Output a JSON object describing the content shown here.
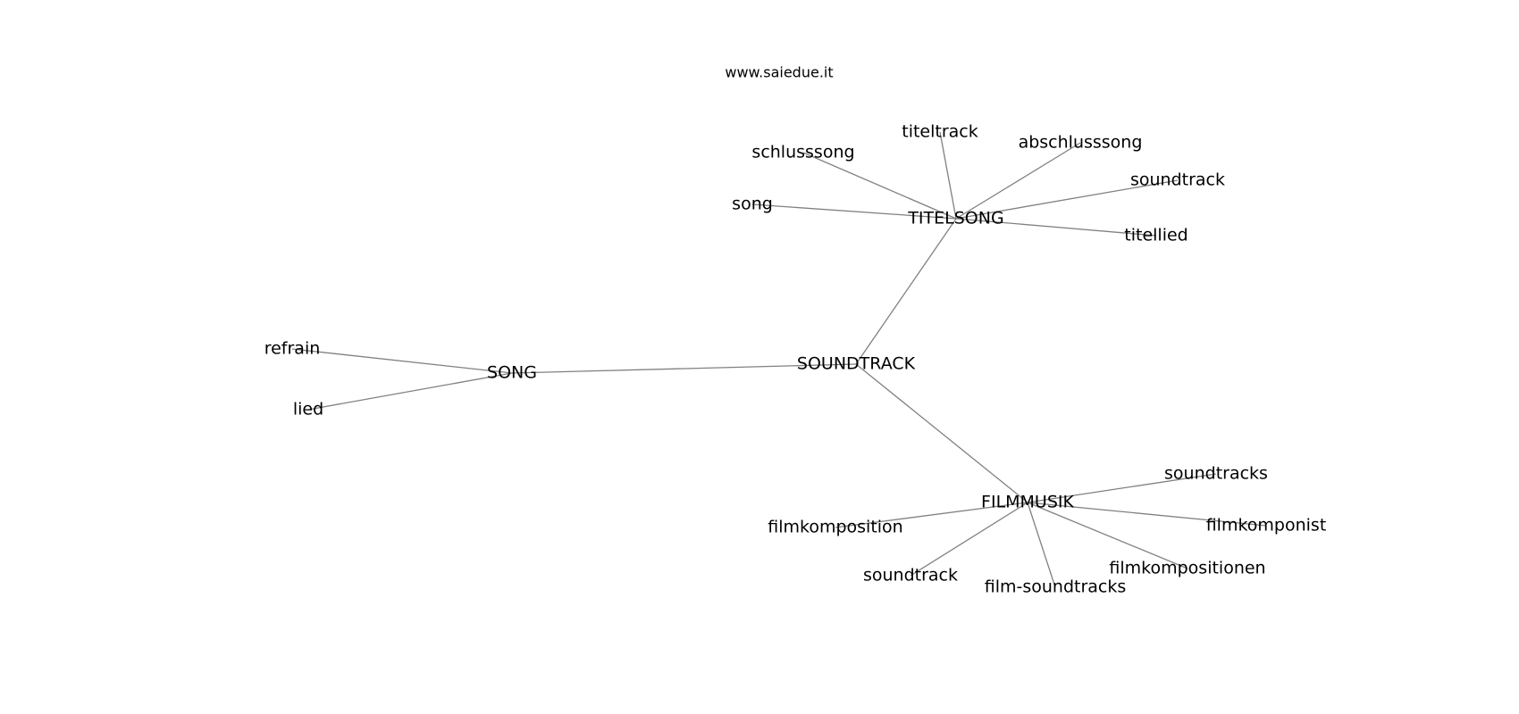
{
  "watermark": "www.saiedue.it",
  "graph": {
    "nodes": [
      {
        "id": "soundtrack_hub",
        "label": "SOUNDTRACK"
      },
      {
        "id": "song_hub",
        "label": "SONG"
      },
      {
        "id": "titelsong_hub",
        "label": "TITELSONG"
      },
      {
        "id": "filmmusik_hub",
        "label": "FILMMUSIK"
      },
      {
        "id": "refrain",
        "label": "refrain"
      },
      {
        "id": "lied",
        "label": "lied"
      },
      {
        "id": "schlusssong",
        "label": "schlusssong"
      },
      {
        "id": "titeltrack",
        "label": "titeltrack"
      },
      {
        "id": "abschlusssong",
        "label": "abschlusssong"
      },
      {
        "id": "soundtrack_t",
        "label": "soundtrack"
      },
      {
        "id": "song",
        "label": "song"
      },
      {
        "id": "titellied",
        "label": "titellied"
      },
      {
        "id": "soundtracks",
        "label": "soundtracks"
      },
      {
        "id": "filmkomposition",
        "label": "filmkomposition"
      },
      {
        "id": "filmkomponist",
        "label": "filmkomponist"
      },
      {
        "id": "filmkompositionen",
        "label": "filmkompositionen"
      },
      {
        "id": "soundtrack_f",
        "label": "soundtrack"
      },
      {
        "id": "film_soundtracks",
        "label": "film-soundtracks"
      }
    ],
    "edges": [
      [
        "soundtrack_hub",
        "song_hub"
      ],
      [
        "soundtrack_hub",
        "titelsong_hub"
      ],
      [
        "soundtrack_hub",
        "filmmusik_hub"
      ],
      [
        "song_hub",
        "refrain"
      ],
      [
        "song_hub",
        "lied"
      ],
      [
        "titelsong_hub",
        "schlusssong"
      ],
      [
        "titelsong_hub",
        "titeltrack"
      ],
      [
        "titelsong_hub",
        "abschlusssong"
      ],
      [
        "titelsong_hub",
        "soundtrack_t"
      ],
      [
        "titelsong_hub",
        "song"
      ],
      [
        "titelsong_hub",
        "titellied"
      ],
      [
        "filmmusik_hub",
        "soundtracks"
      ],
      [
        "filmmusik_hub",
        "filmkomposition"
      ],
      [
        "filmmusik_hub",
        "filmkomponist"
      ],
      [
        "filmmusik_hub",
        "filmkompositionen"
      ],
      [
        "filmmusik_hub",
        "soundtrack_f"
      ],
      [
        "filmmusik_hub",
        "film_soundtracks"
      ]
    ]
  }
}
